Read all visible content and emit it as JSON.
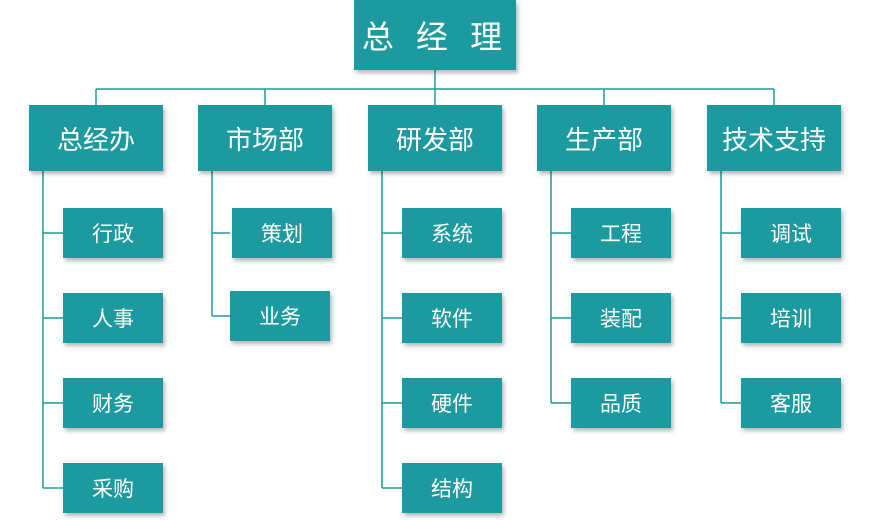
{
  "root": {
    "label": "总 经 理"
  },
  "departments": [
    {
      "label": "总经办",
      "children": [
        "行政",
        "人事",
        "财务",
        "采购"
      ]
    },
    {
      "label": "市场部",
      "children": [
        "策划",
        "业务"
      ]
    },
    {
      "label": "研发部",
      "children": [
        "系统",
        "软件",
        "硬件",
        "结构"
      ]
    },
    {
      "label": "生产部",
      "children": [
        "工程",
        "装配",
        "品质"
      ]
    },
    {
      "label": "技术支持",
      "children": [
        "调试",
        "培训",
        "客服"
      ]
    }
  ],
  "colors": {
    "box": "#1d9aa0",
    "line": "#1d9aa0",
    "text": "#ffffff"
  }
}
